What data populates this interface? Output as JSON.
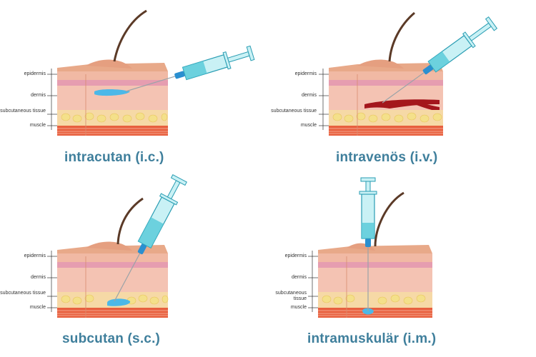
{
  "layers": [
    "epidermis",
    "dermis",
    "subcutaneous tissue",
    "muscle"
  ],
  "panels": [
    {
      "id": "ic",
      "caption": "intracutan (i.c.)"
    },
    {
      "id": "iv",
      "caption": "intravenös (i.v.)"
    },
    {
      "id": "sc",
      "caption": "subcutan (s.c.)"
    },
    {
      "id": "im",
      "caption": "intramuskulär (i.m.)"
    }
  ],
  "colors": {
    "caption": "#3f7f9c",
    "skin_top": "#e8a989",
    "epidermis": "#f1b9a4",
    "dermis": "#f4c3b3",
    "fat_band": "#f6d9a6",
    "fat_globule": "#f4e08a",
    "muscle": "#e8603f",
    "hair": "#5b3a27",
    "syringe_barrel": "#c9f1f5",
    "syringe_fluid": "#55c9d8",
    "needle_hub": "#2a8fd0",
    "injected_fluid": "#4cb8e8",
    "vein": "#a4161c"
  }
}
